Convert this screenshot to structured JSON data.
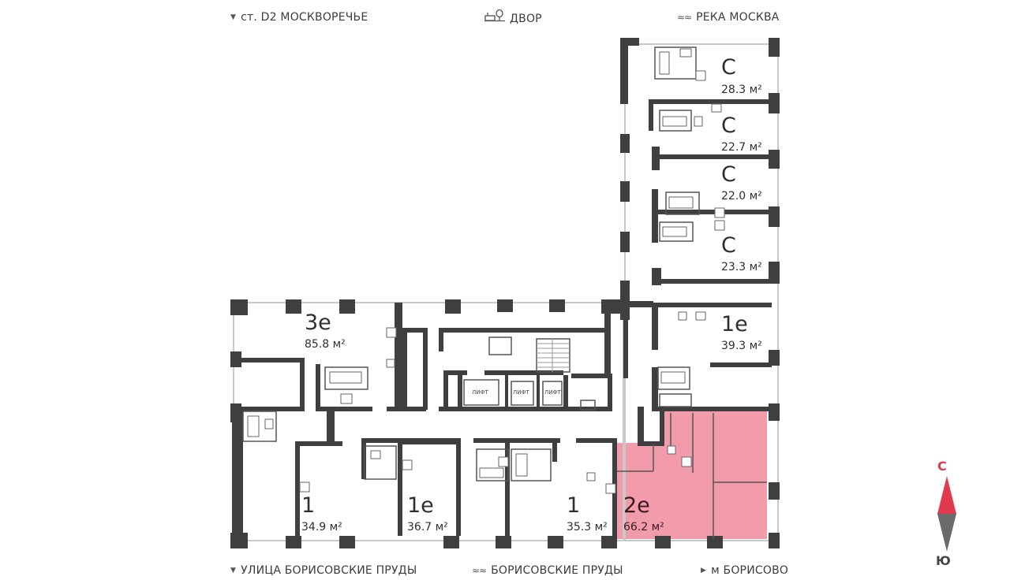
{
  "compass": {
    "north": "С",
    "south": "Ю"
  },
  "labels": {
    "top_left": "ст. D2 МОСКВОРЕЧЬЕ",
    "top_center": "ДВОР",
    "top_right": "РЕКА МОСКВА",
    "bottom_left": "УЛИЦА БОРИСОВСКИЕ ПРУДЫ",
    "bottom_center": "БОРИСОВСКИЕ ПРУДЫ",
    "bottom_right": "м БОРИСОВО"
  },
  "lifts": [
    "ЛИФТ",
    "ЛИФТ",
    "ЛИФТ"
  ],
  "apartments": [
    {
      "type": "С",
      "area": "28.3 м²"
    },
    {
      "type": "С",
      "area": "22.7 м²"
    },
    {
      "type": "С",
      "area": "22.0 м²"
    },
    {
      "type": "С",
      "area": "23.3 м²"
    },
    {
      "type": "1е",
      "area": "39.3 м²"
    },
    {
      "type": "3е",
      "area": "85.8 м²"
    },
    {
      "type": "1",
      "area": "34.9 м²"
    },
    {
      "type": "1е",
      "area": "36.7 м²"
    },
    {
      "type": "1",
      "area": "35.3 м²"
    },
    {
      "type": "2е",
      "area": "66.2 м²",
      "highlighted": true
    }
  ],
  "colors": {
    "highlight": "#ef8a9c",
    "north": "#e03a4e",
    "walls": "#3f3f3f"
  },
  "icons": [
    "direction-triangle-icon",
    "yard-tree-icon",
    "water-waves-icon",
    "compass-arrow-icon"
  ]
}
